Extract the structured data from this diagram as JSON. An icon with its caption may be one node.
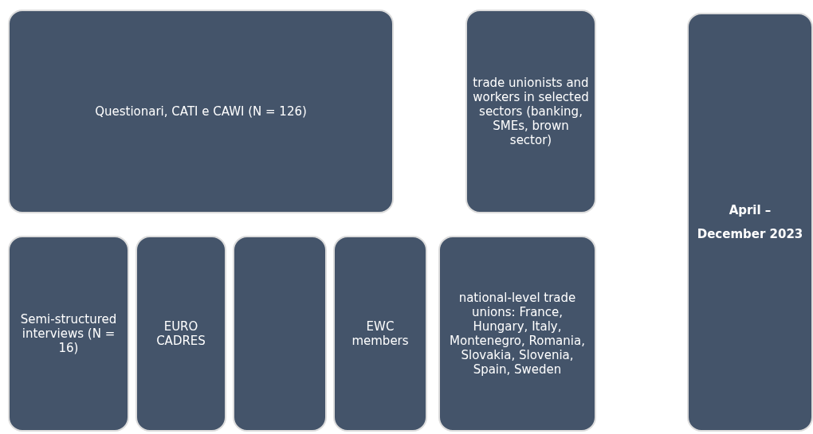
{
  "diagram": {
    "nodes": [
      {
        "text": [
          "Questionari, CATI e CAWI (N = 126)"
        ]
      },
      {
        "text": [
          "trade unionists and workers in selected sectors (banking, SMEs, brown sector)"
        ]
      },
      {
        "text": [
          "Semi-structured interviews (N = 16)"
        ]
      },
      {
        "text": [
          "EURO CADRES"
        ]
      },
      {
        "text": [],
        "shape": "box"
      },
      {
        "text": [
          "EWC members"
        ]
      },
      {
        "text": [
          "national-level trade unions: France, Hungary, Italy, Montenegro, Romania, Slovakia, Slovenia, Spain, Sweden"
        ]
      },
      {
        "text": [
          "April – December 2023"
        ]
      }
    ],
    "edges": []
  }
}
